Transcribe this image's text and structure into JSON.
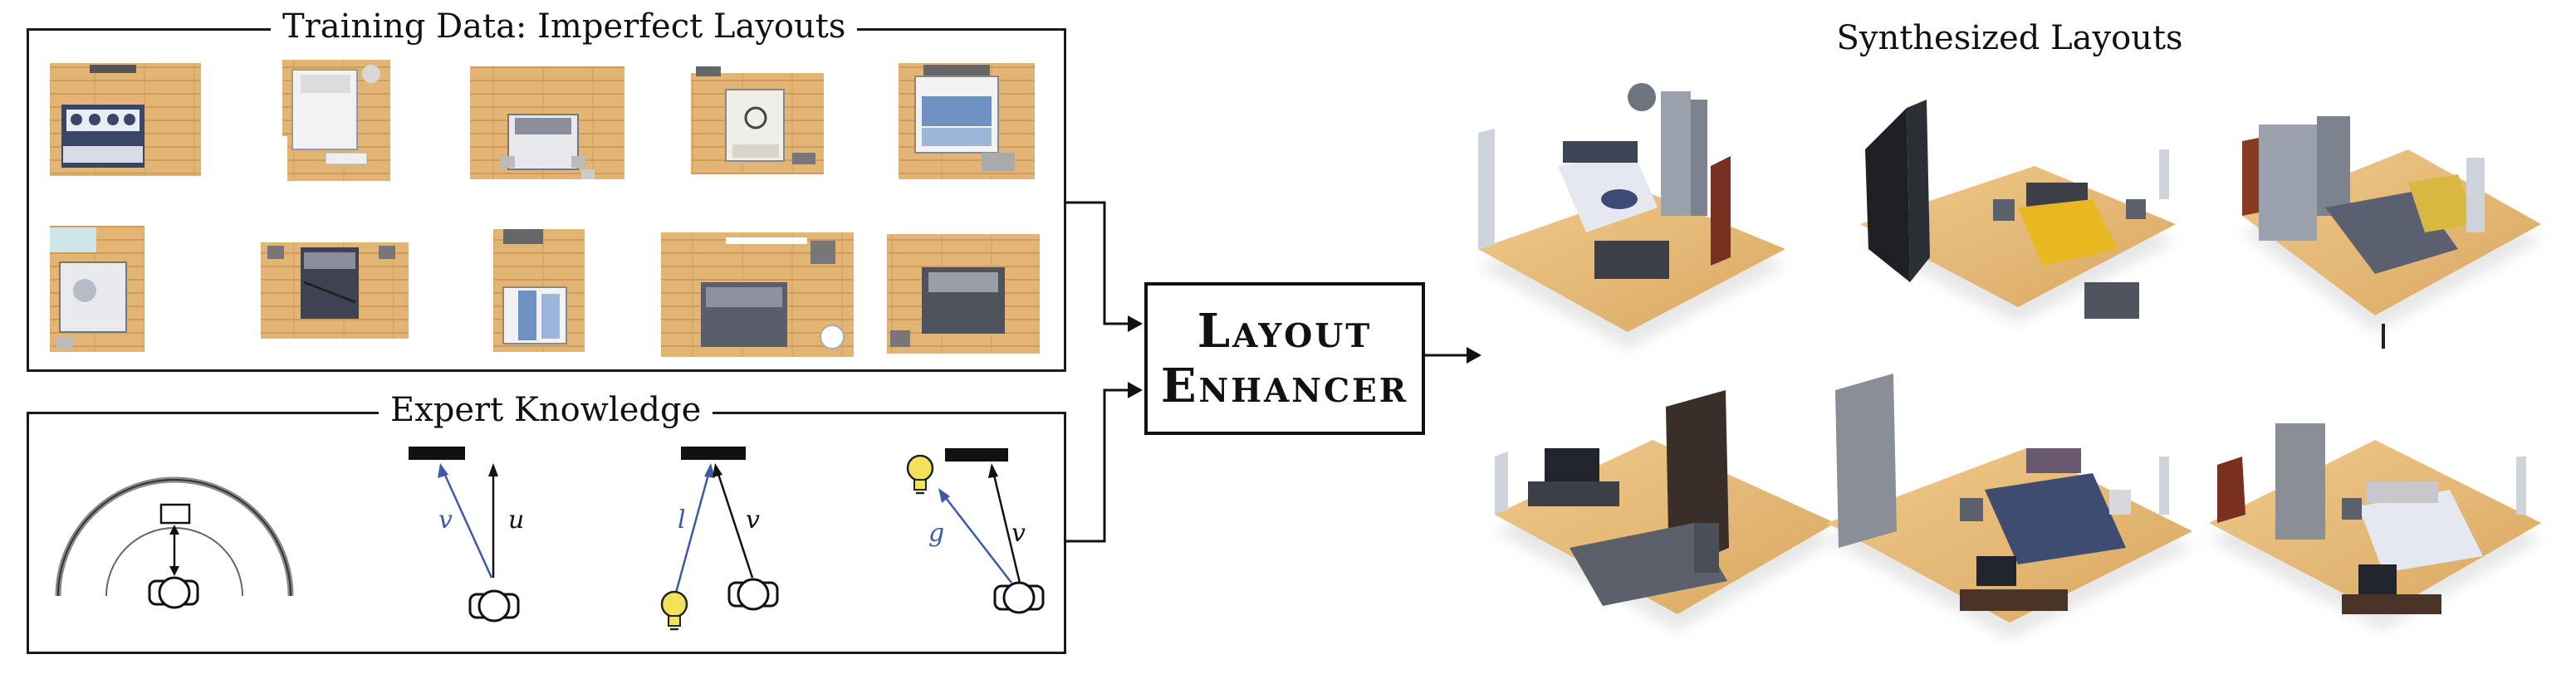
{
  "training": {
    "title": "Training Data: Imperfect Layouts"
  },
  "expert": {
    "title": "Expert Knowledge",
    "rules": [
      {
        "blue_label": "v",
        "black_label": "u"
      },
      {
        "blue_label": "l",
        "black_label": "v"
      },
      {
        "blue_label": "g",
        "black_label": "v"
      }
    ]
  },
  "enhancer": {
    "line1": "Layout",
    "line2": "Enhancer"
  },
  "synthesized": {
    "title": "Synthesized Layouts"
  },
  "colors": {
    "wood": "#e2b575",
    "wood_dark": "#c99452",
    "arrow_blue": "#3c5aa6",
    "bulb": "#f2e25a",
    "frame": "#1a1a1a"
  }
}
